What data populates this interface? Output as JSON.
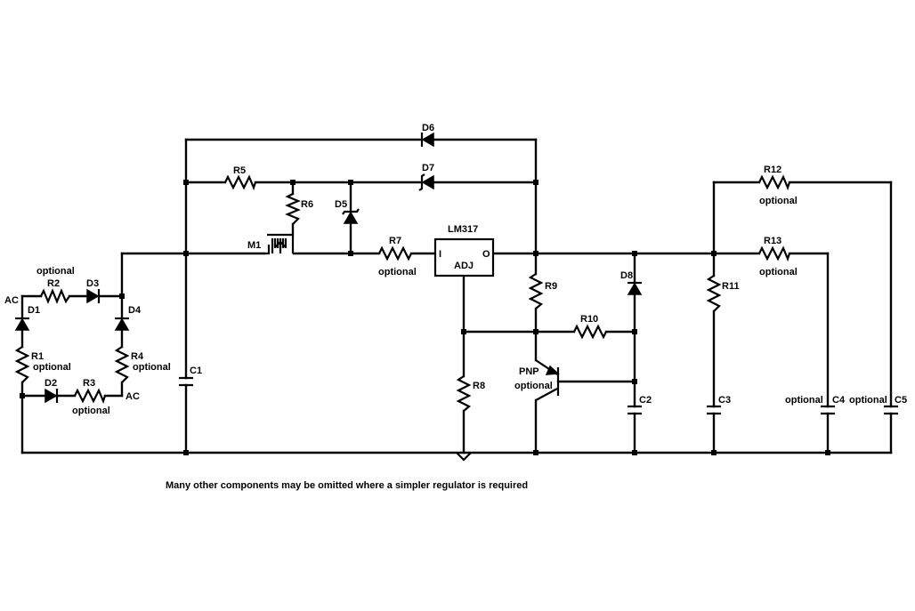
{
  "labels": {
    "D1": "D1",
    "D2": "D2",
    "D3": "D3",
    "D4": "D4",
    "D5": "D5",
    "D6": "D6",
    "D7": "D7",
    "D8": "D8",
    "R1": "R1",
    "R2": "R2",
    "R3": "R3",
    "R4": "R4",
    "R5": "R5",
    "R6": "R6",
    "R7": "R7",
    "R8": "R8",
    "R9": "R9",
    "R10": "R10",
    "R11": "R11",
    "R12": "R12",
    "R13": "R13",
    "C1": "C1",
    "C2": "C2",
    "C3": "C3",
    "C4": "C4",
    "C5": "C5",
    "M1": "M1",
    "PNP": "PNP",
    "AC_top": "AC",
    "AC_bottom": "AC",
    "LM317": "LM317",
    "pin_in": "I",
    "pin_out": "O",
    "pin_adj": "ADJ"
  },
  "optional": "optional",
  "note": "Many other components may be omitted where a simpler regulator is required"
}
